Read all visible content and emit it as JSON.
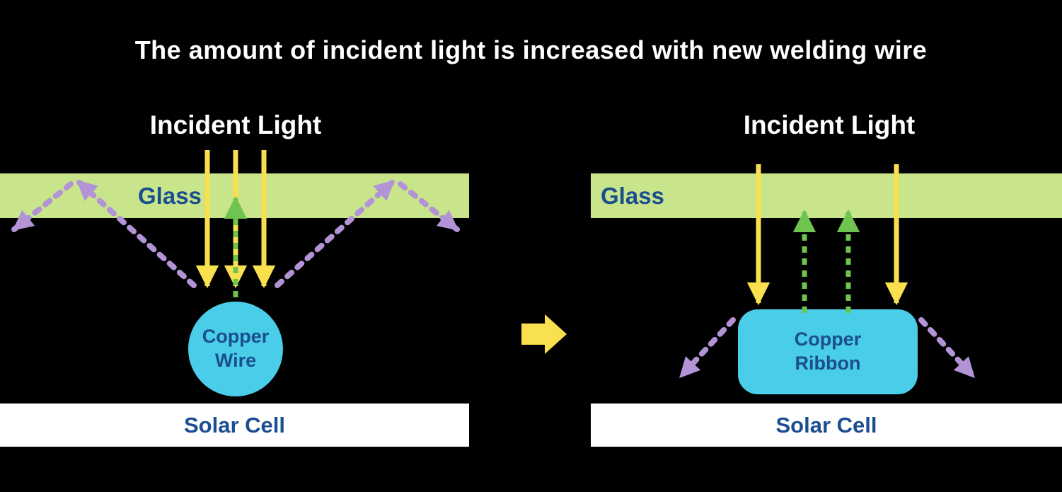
{
  "title": "The amount of incident light is increased with new welding wire",
  "panels": {
    "left": {
      "incident_light": "Incident Light",
      "glass": "Glass",
      "conductor_line1": "Copper",
      "conductor_line2": "Wire",
      "solar_cell": "Solar Cell"
    },
    "right": {
      "incident_light": "Incident Light",
      "glass": "Glass",
      "conductor_line1": "Copper",
      "conductor_line2": "Ribbon",
      "solar_cell": "Solar Cell"
    }
  },
  "icons": {
    "transition_arrow": "right-arrow-icon",
    "incident_rays": "yellow-down-arrow",
    "reflected_rays": "green-dashed-up-arrow",
    "scattered_rays": "purple-dashed-arrow"
  },
  "colors": {
    "background": "#000000",
    "title_text": "#ffffff",
    "label_text": "#1b4e8f",
    "glass_fill": "#c9e58b",
    "conductor_fill": "#4acde8",
    "solar_cell_fill": "#ffffff",
    "incident_light_arrow": "#f8e04e",
    "reflected_light_arrow": "#6ec44e",
    "scattered_light_arrow": "#b293d6"
  }
}
